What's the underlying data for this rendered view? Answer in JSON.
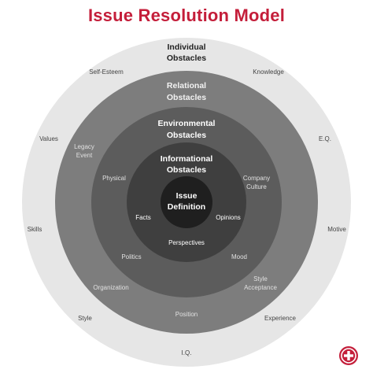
{
  "title": "Issue Resolution Model",
  "colors": {
    "title": "#c41e3a",
    "ring1": "#e6e6e6",
    "ring2": "#7d7d7d",
    "ring3": "#5c5c5c",
    "ring4": "#3f3f3f",
    "core": "#1f1f1f",
    "logo": "#c41e3a"
  },
  "rings": {
    "individual": {
      "title_line1": "Individual",
      "title_line2": "Obstacles",
      "items": {
        "self_esteem": "Self-Esteem",
        "knowledge": "Knowledge",
        "values": "Values",
        "eq": "E.Q.",
        "skills": "Skills",
        "motive": "Motive",
        "style": "Style",
        "experience": "Experience",
        "iq": "I.Q."
      }
    },
    "relational": {
      "title_line1": "Relational",
      "title_line2": "Obstacles",
      "items": {
        "legacy_event_line1": "Legacy",
        "legacy_event_line2": "Event",
        "organization": "Organization",
        "position": "Position",
        "style_acceptance_line1": "Style",
        "style_acceptance_line2": "Acceptance"
      }
    },
    "environmental": {
      "title_line1": "Environmental",
      "title_line2": "Obstacles",
      "items": {
        "physical": "Physical",
        "company_culture_line1": "Company",
        "company_culture_line2": "Culture",
        "politics": "Politics",
        "mood": "Mood"
      }
    },
    "informational": {
      "title_line1": "Informational",
      "title_line2": "Obstacles",
      "items": {
        "facts": "Facts",
        "opinions": "Opinions",
        "perspectives": "Perspectives"
      }
    },
    "core": {
      "title_line1": "Issue",
      "title_line2": "Definition"
    }
  },
  "logo_icon": "plus-in-circle"
}
